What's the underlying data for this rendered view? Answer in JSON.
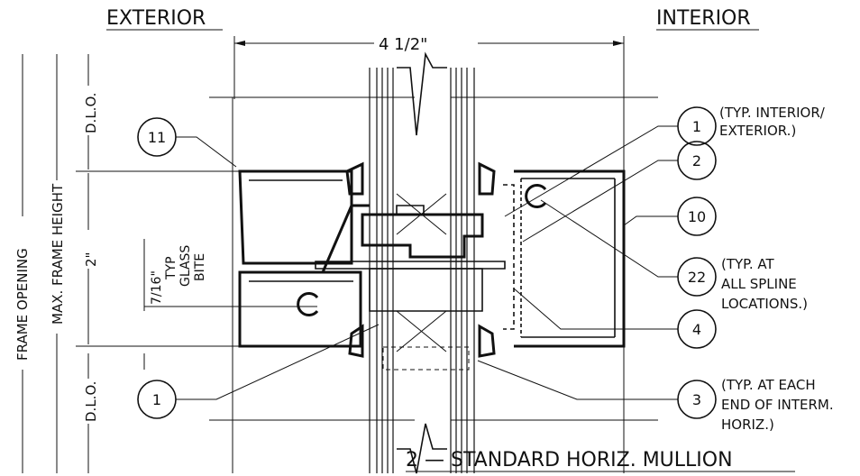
{
  "headings": {
    "exterior": "EXTERIOR",
    "interior": "INTERIOR"
  },
  "dimensions": {
    "width": "4 1/2\"",
    "height": "2\"",
    "glass_bite_1": "7/16\"",
    "glass_bite_2": "TYP",
    "glass_bite_3": "GLASS",
    "glass_bite_4": "BITE",
    "dlo_top": "D.L.O.",
    "dlo_bottom": "D.L.O.",
    "frame_opening": "FRAME OPENING",
    "max_frame_height": "MAX. FRAME HEIGHT"
  },
  "callouts": [
    {
      "id": "11",
      "note": []
    },
    {
      "id": "1",
      "note": [
        "(TYP. INTERIOR/",
        "EXTERIOR.)"
      ]
    },
    {
      "id": "2",
      "note": []
    },
    {
      "id": "10",
      "note": []
    },
    {
      "id": "22",
      "note": [
        "(TYP. AT",
        "ALL SPLINE",
        "LOCATIONS.)"
      ]
    },
    {
      "id": "4",
      "note": []
    },
    {
      "id": "1",
      "note": []
    },
    {
      "id": "3",
      "note": [
        "(TYP. AT EACH",
        "END OF INTERM.",
        "HORIZ.)"
      ]
    }
  ],
  "title": "2 — STANDARD HORIZ. MULLION"
}
